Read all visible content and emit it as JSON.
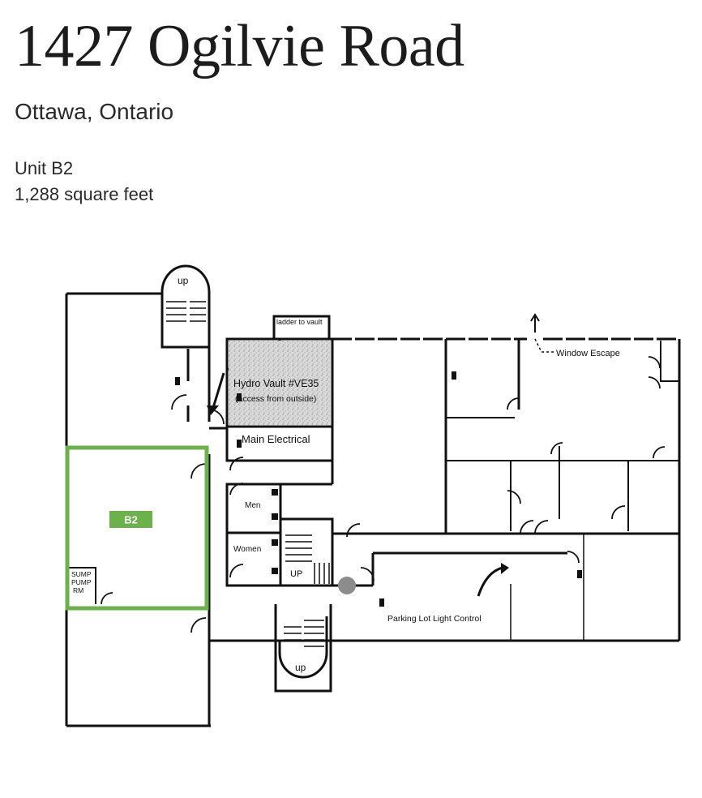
{
  "property": {
    "title": "1427 Ogilvie Road",
    "location": "Ottawa, Ontario",
    "unit": "Unit B2",
    "area": "1,288 square feet"
  },
  "floorplan": {
    "highlight_color": "#6cb24a",
    "highlight_label": "B2",
    "labels": {
      "ladder": "ladder to vault",
      "hydro_vault": "Hydro Vault #VE35",
      "hydro_access": "(access from outside)",
      "main_electrical": "Main Electrical",
      "window_escape": "Window Escape",
      "men": "Men",
      "women": "Women",
      "stair_up_top": "up",
      "stair_up_mid": "UP",
      "stair_up_bottom": "up",
      "sump_1": "SUMP",
      "sump_2": "PUMP",
      "sump_3": "RM",
      "parking_light": "Parking Lot Light Control"
    }
  }
}
